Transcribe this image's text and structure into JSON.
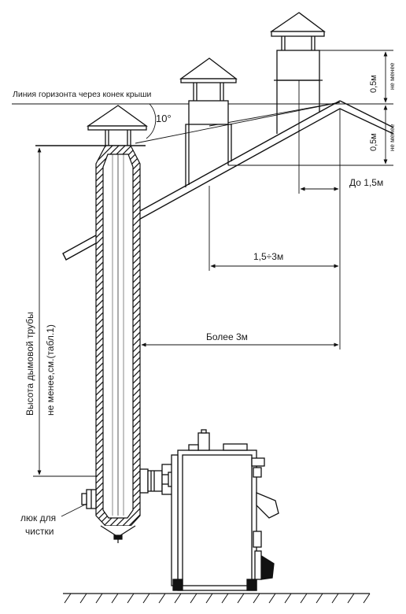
{
  "diagram": {
    "horizon_label": "Линия горизонта через конек крыши",
    "angle_label": "10°",
    "dim_05_top": "0,5м",
    "dim_05_top_sub": "не менее",
    "dim_05_bottom": "0,5м",
    "dim_05_bottom_sub": "не менее",
    "dim_up_to_15": "До 1,5м",
    "dim_15_3": "1,5÷3м",
    "dim_over_3": "Более 3м",
    "chimney_height_line1": "Высота дымовой трубы",
    "chimney_height_line2": "не менее,см.(табл.1)",
    "cleaning_hatch_line1": "люк для",
    "cleaning_hatch_line2": "чистки"
  }
}
